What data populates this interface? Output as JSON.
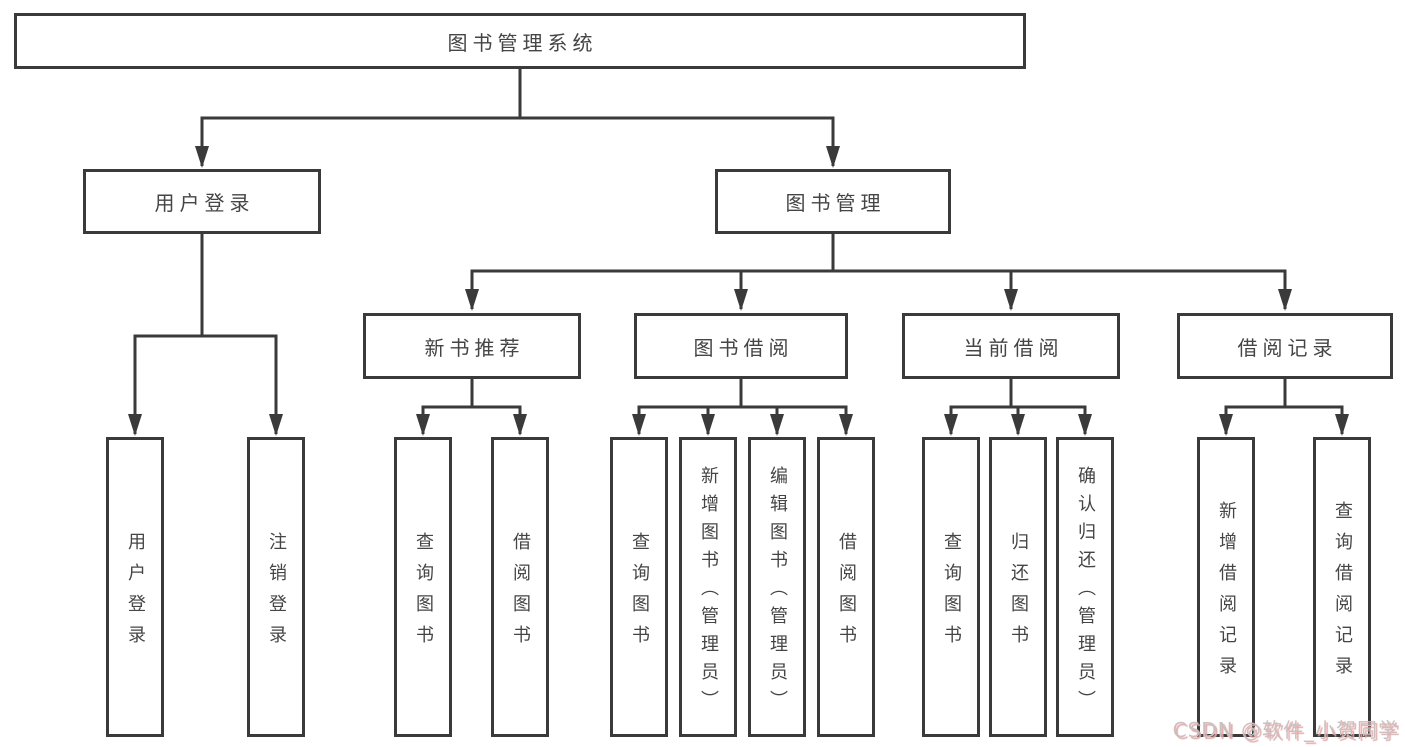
{
  "colors": {
    "line": "#3a3a3a",
    "text": "#454545",
    "box-bg": "#ffffff",
    "background": "#ffffff",
    "watermark-text": "#c3c3c3",
    "watermark-shadow": "#eda3a3"
  },
  "diagram": {
    "title": "图书管理系统",
    "branches": [
      {
        "label": "用户登录",
        "leaves": [
          "用户登录",
          "注销登录"
        ]
      },
      {
        "label": "图书管理",
        "sections": [
          {
            "label": "新书推荐",
            "leaves": [
              "查询图书",
              "借阅图书"
            ]
          },
          {
            "label": "图书借阅",
            "leaves": [
              "查询图书",
              "新增图书（管理员）",
              "编辑图书（管理员）",
              "借阅图书"
            ]
          },
          {
            "label": "当前借阅",
            "leaves": [
              "查询图书",
              "归还图书",
              "确认归还（管理员）"
            ]
          },
          {
            "label": "借阅记录",
            "leaves": [
              "新增借阅记录",
              "查询借阅记录"
            ]
          }
        ]
      }
    ]
  },
  "watermark": {
    "text": "CSDN @软件_小贺同学"
  }
}
